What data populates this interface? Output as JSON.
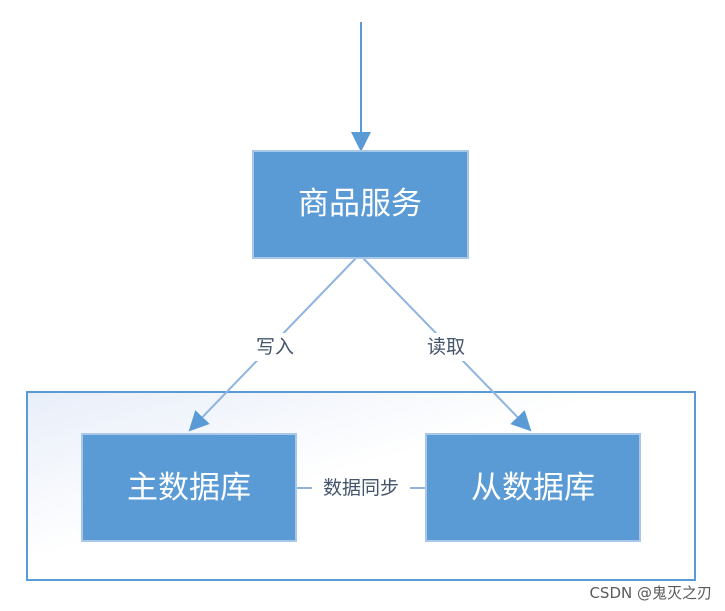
{
  "nodes": {
    "service": {
      "label": "商品服务"
    },
    "master_db": {
      "label": "主数据库"
    },
    "slave_db": {
      "label": "从数据库"
    }
  },
  "edges": {
    "write": {
      "label": "写入"
    },
    "read": {
      "label": "读取"
    },
    "sync": {
      "label": "数据同步"
    }
  },
  "watermark": "CSDN @鬼灭之刃",
  "colors": {
    "node_fill": "#5b9bd5",
    "node_border": "#a9c7e6",
    "edge": "#8fb4dd",
    "container_border": "#5b9bd5",
    "label_text": "#44546a"
  }
}
